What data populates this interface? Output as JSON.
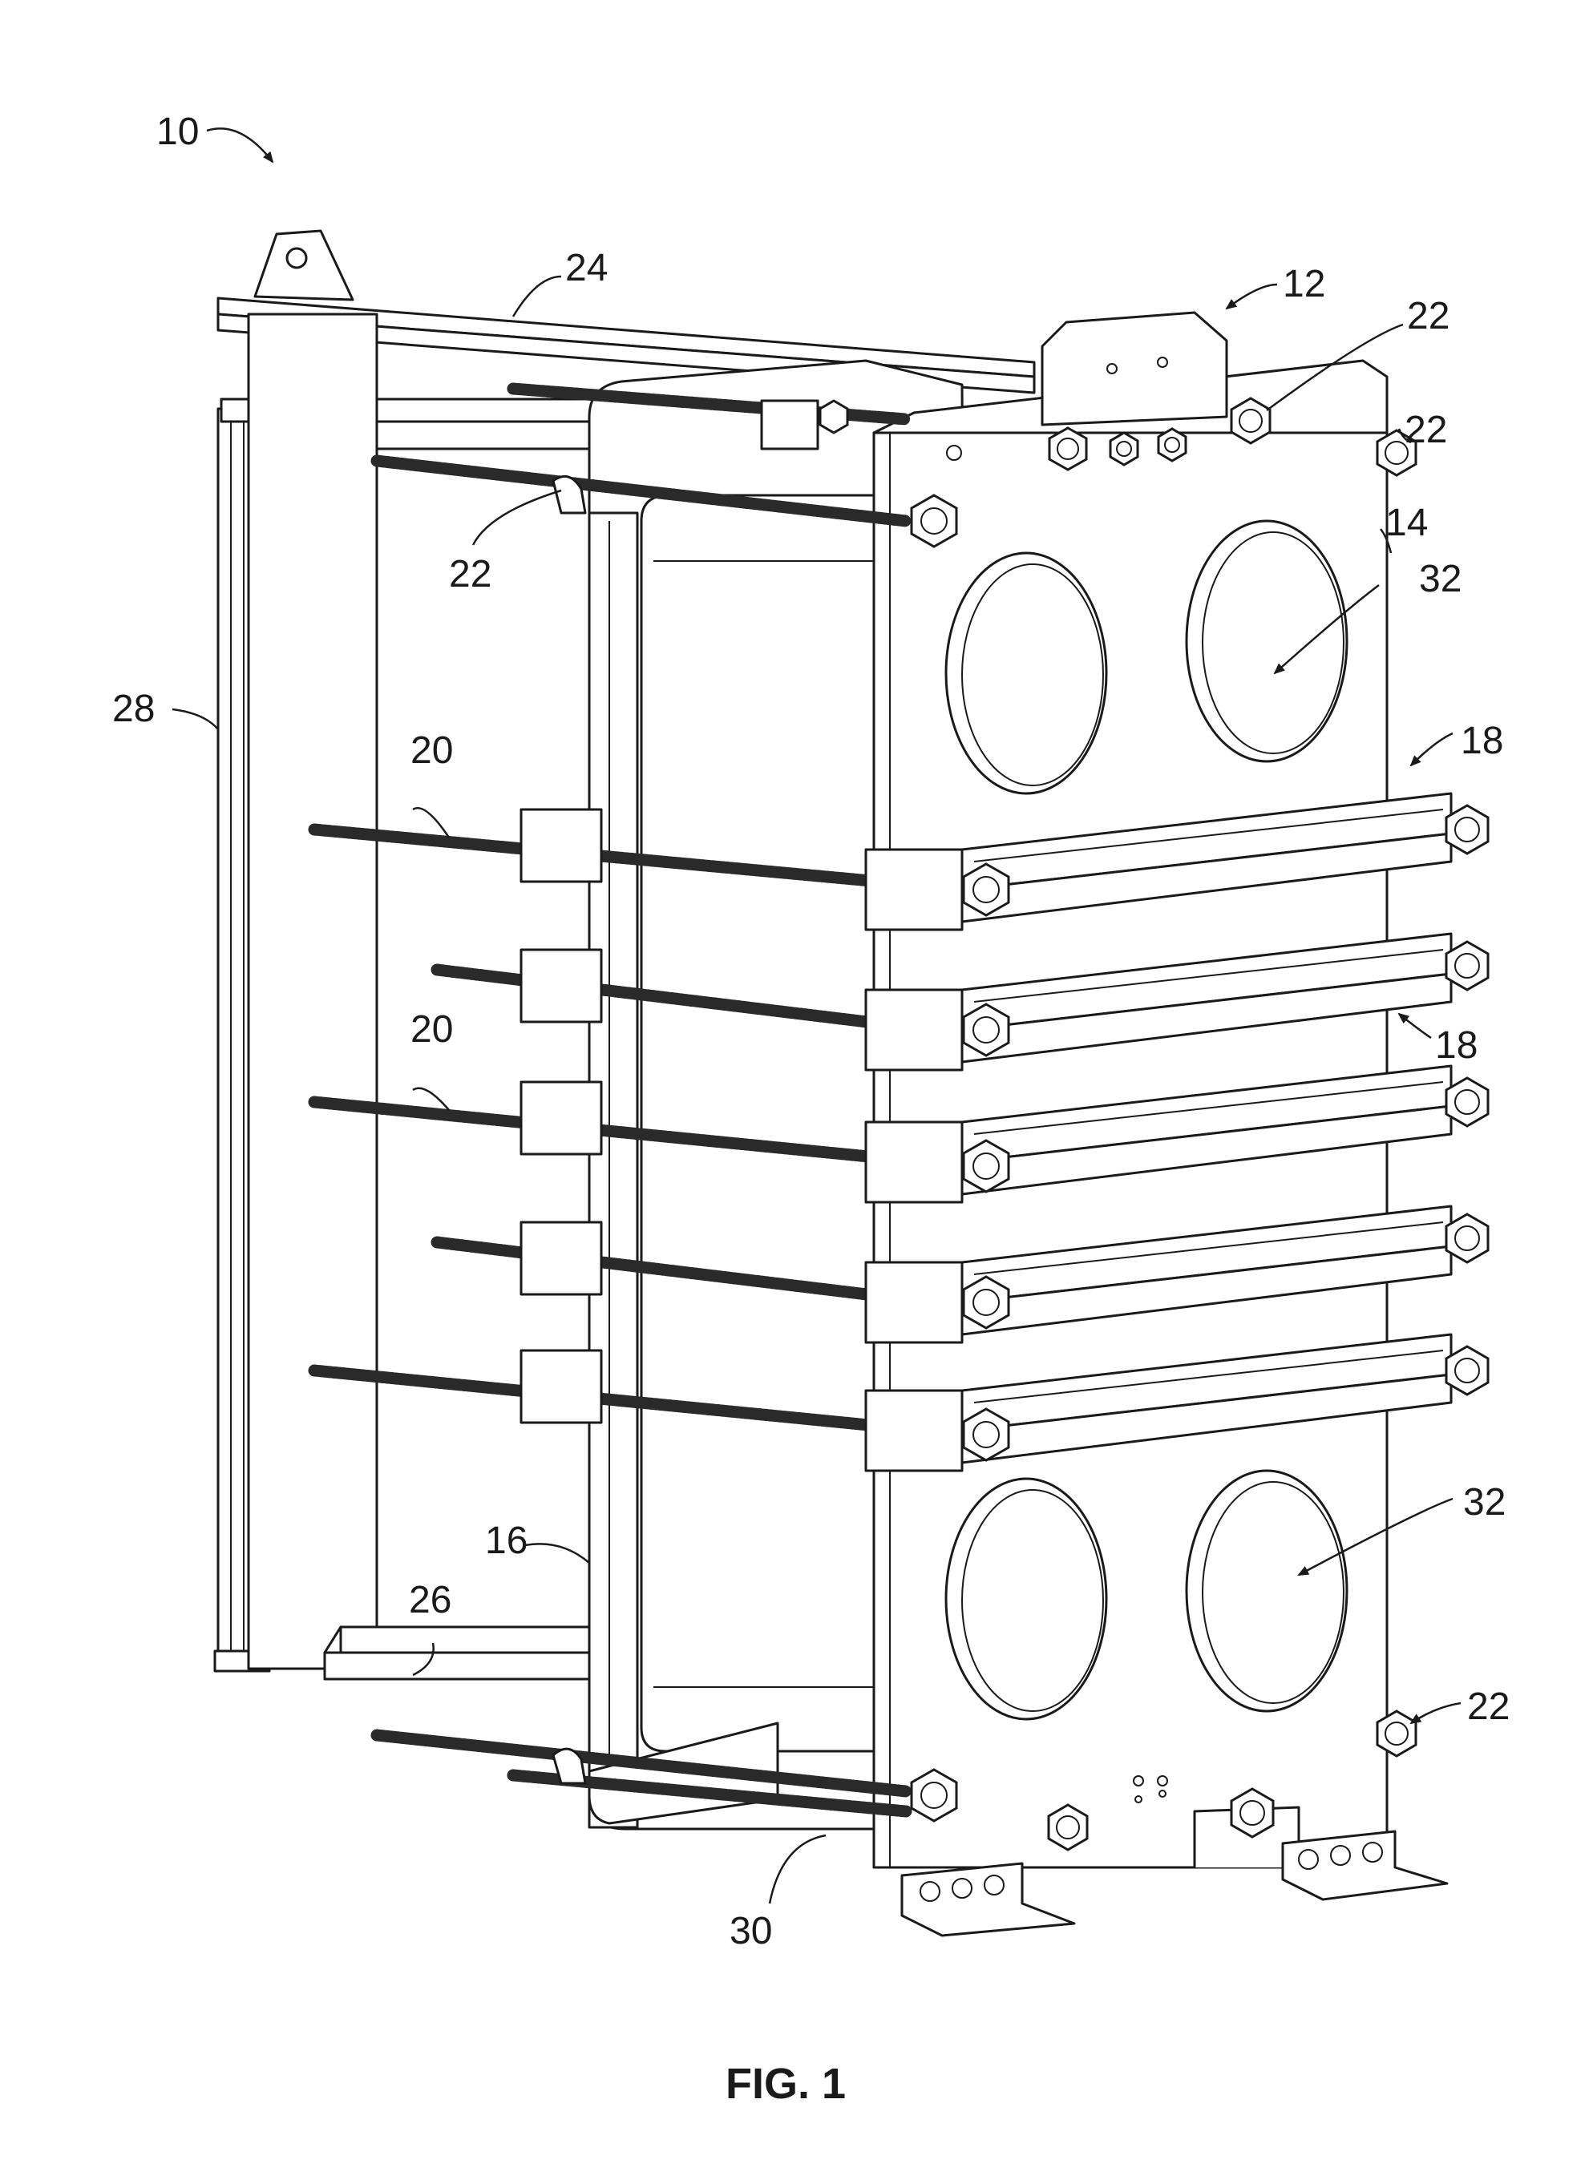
{
  "figure": {
    "caption": "FIG. 1"
  },
  "reference_numerals": {
    "assembly": "10",
    "fixed_frame_plate": "12",
    "pressure_plate": "14",
    "plate_pack": "16",
    "clamp_bars": "18",
    "tightening_rods": "20",
    "bolts": "22",
    "top_carrying_bar": "24",
    "bottom_guide_bar": "26",
    "support_column": "28",
    "heat_transfer_plate": "30",
    "port_openings": "32"
  }
}
